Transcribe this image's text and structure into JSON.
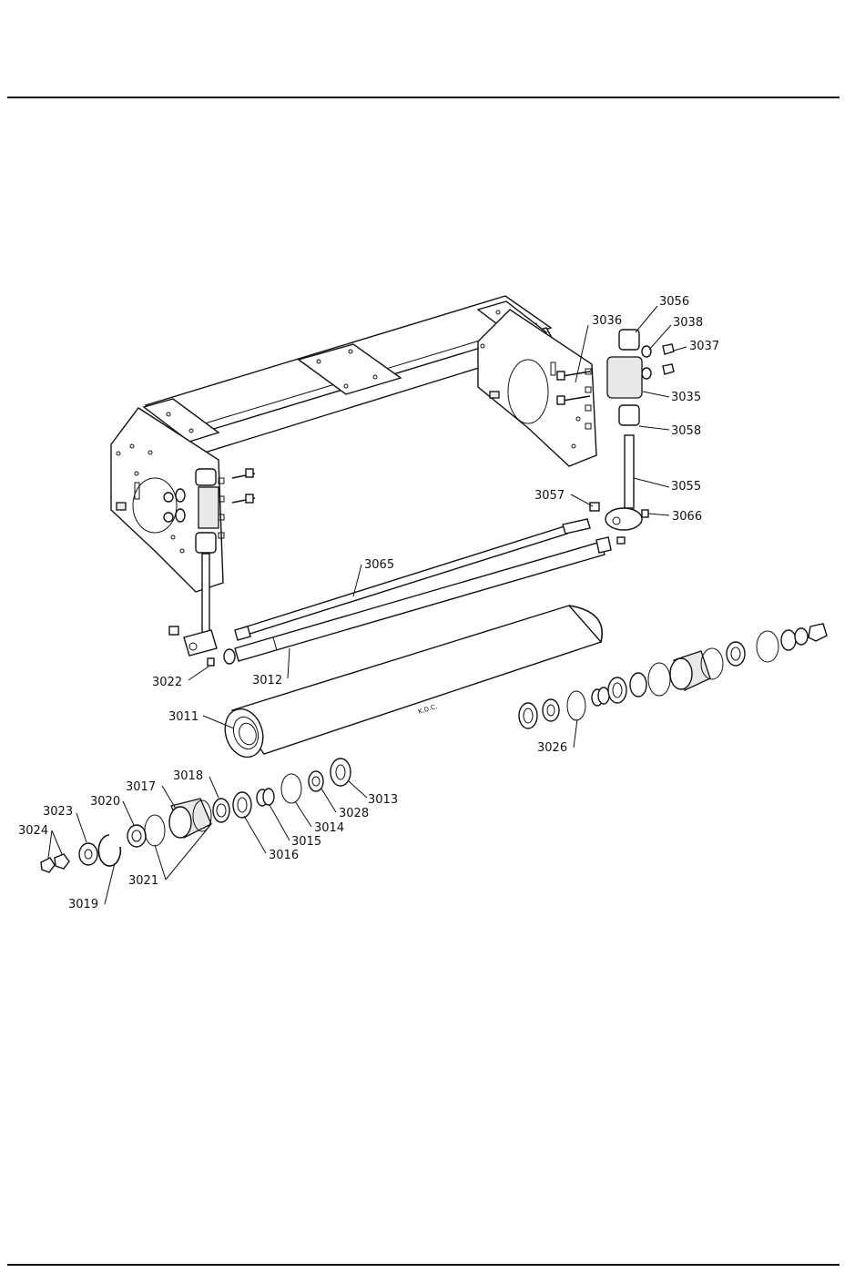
{
  "diagram": {
    "cylinder_marking": "K.D.C.",
    "callouts": [
      {
        "id": "c3056",
        "text": "3056"
      },
      {
        "id": "c3036",
        "text": "3036"
      },
      {
        "id": "c3038",
        "text": "3038"
      },
      {
        "id": "c3037",
        "text": "3037"
      },
      {
        "id": "c3035",
        "text": "3035"
      },
      {
        "id": "c3058",
        "text": "3058"
      },
      {
        "id": "c3055",
        "text": "3055"
      },
      {
        "id": "c3057",
        "text": "3057"
      },
      {
        "id": "c3066",
        "text": "3066"
      },
      {
        "id": "c3065",
        "text": "3065"
      },
      {
        "id": "c3022",
        "text": "3022"
      },
      {
        "id": "c3012",
        "text": "3012"
      },
      {
        "id": "c3011",
        "text": "3011"
      },
      {
        "id": "c3026",
        "text": "3026"
      },
      {
        "id": "c3018",
        "text": "3018"
      },
      {
        "id": "c3017",
        "text": "3017"
      },
      {
        "id": "c3013",
        "text": "3013"
      },
      {
        "id": "c3020",
        "text": "3020"
      },
      {
        "id": "c3028",
        "text": "3028"
      },
      {
        "id": "c3023",
        "text": "3023"
      },
      {
        "id": "c3014",
        "text": "3014"
      },
      {
        "id": "c3024",
        "text": "3024"
      },
      {
        "id": "c3015",
        "text": "3015"
      },
      {
        "id": "c3016",
        "text": "3016"
      },
      {
        "id": "c3021",
        "text": "3021"
      },
      {
        "id": "c3019",
        "text": "3019"
      }
    ]
  }
}
